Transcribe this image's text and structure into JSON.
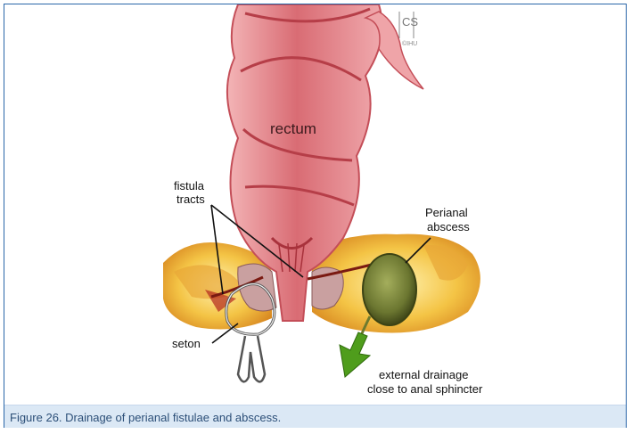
{
  "figure": {
    "labels": {
      "rectum": "rectum",
      "fistula_tracts_line1": "fistula",
      "fistula_tracts_line2": "tracts",
      "perianal_abscess_line1": "Perianal",
      "perianal_abscess_line2": "abscess",
      "seton": "seton",
      "external_drainage_line1": "external drainage",
      "external_drainage_line2": "close to anal sphincter"
    },
    "logo_text": "CS",
    "logo_sub": "©IHU",
    "colors": {
      "rectum_wall": "#e8959a",
      "rectum_inner": "#c8585f",
      "fat": "#f2c24a",
      "abscess": "#6d7a2e",
      "arrow": "#4f9d1c",
      "frame": "#2a66a8"
    }
  },
  "caption": "Figure 26. Drainage of perianal fistulae and abscess."
}
